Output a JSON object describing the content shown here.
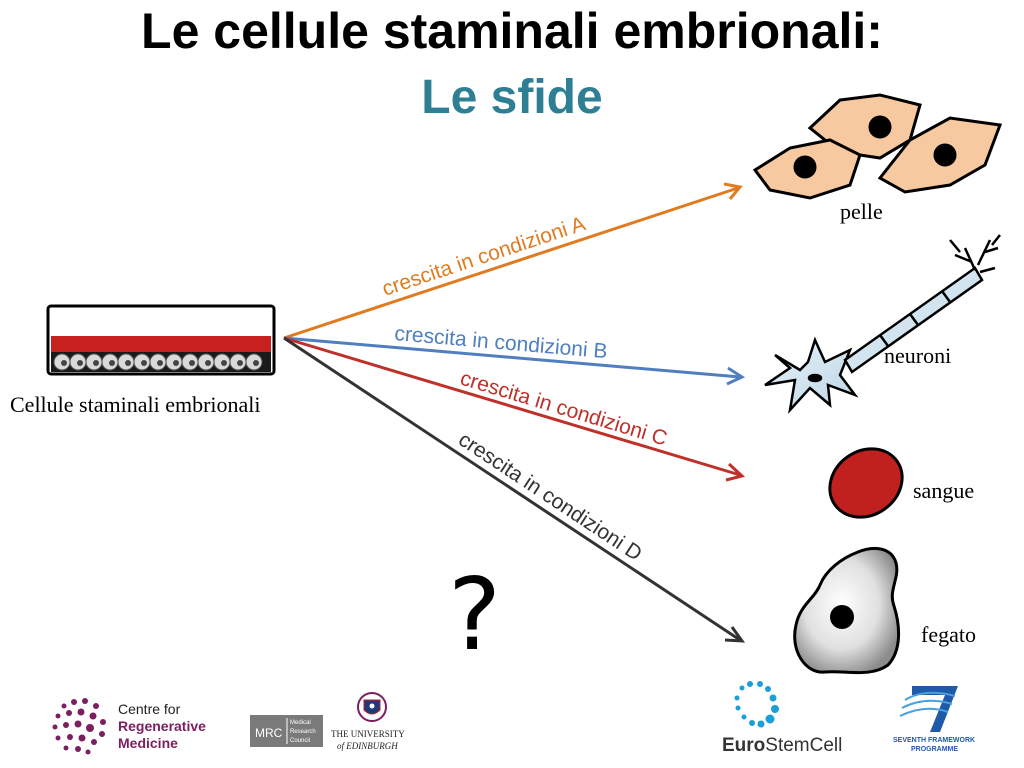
{
  "title": "Le cellule staminali embrionali:",
  "subtitle": "Le sfide",
  "source": {
    "label": "Cellule staminali embrionali"
  },
  "arrows": [
    {
      "label": "crescita in condizioni A",
      "color": "#e07b1f"
    },
    {
      "label": "crescita in condizioni B",
      "color": "#4f7fbf"
    },
    {
      "label": "crescita in condizioni C",
      "color": "#c0302a"
    },
    {
      "label": "crescita in condizioni D",
      "color": "#333333"
    }
  ],
  "targets": [
    {
      "label": "pelle",
      "icon": "skin-cells-icon"
    },
    {
      "label": "neuroni",
      "icon": "neuron-icon"
    },
    {
      "label": "sangue",
      "icon": "red-blood-cell-icon"
    },
    {
      "label": "fegato",
      "icon": "liver-cell-icon"
    }
  ],
  "question_mark": "?",
  "logos": {
    "crm": {
      "line1": "Centre for",
      "line2": "Regenerative",
      "line3": "Medicine",
      "color": "#7b1f5e"
    },
    "mrc": {
      "abbr": "MRC",
      "line1": "Medical",
      "line2": "Research",
      "line3": "Council"
    },
    "edinburgh": {
      "line1": "THE UNIVERSITY",
      "line2": "of EDINBURGH"
    },
    "eurostemcell": {
      "bold": "Euro",
      "rest": "StemCell",
      "color": "#1a9fd6"
    },
    "fp7": {
      "line1": "SEVENTH FRAMEWORK",
      "line2": "PROGRAMME",
      "color": "#1e5aa8"
    }
  }
}
